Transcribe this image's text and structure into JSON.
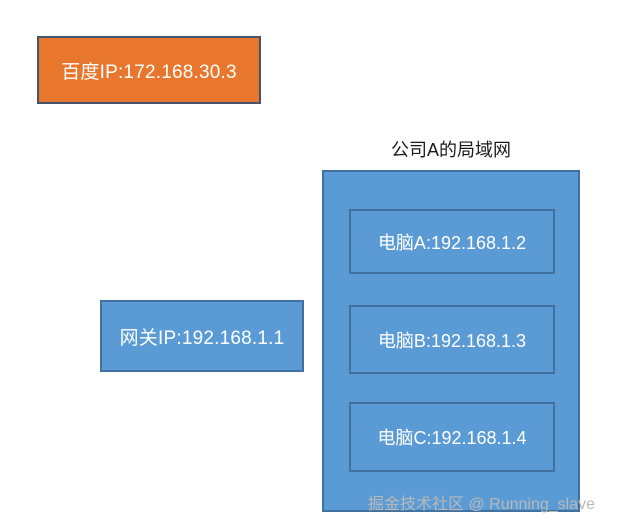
{
  "diagram": {
    "external_host": {
      "label": "百度IP:172.168.30.3",
      "fill": "#E8762C",
      "border": "#44546A",
      "text_color": "#FFFFFF"
    },
    "gateway": {
      "label": "网关IP:192.168.1.1",
      "fill": "#5B9BD5",
      "border": "#41719C",
      "text_color": "#FFFFFF"
    },
    "lan": {
      "title": "公司A的局域网",
      "title_color": "#1B1B1B",
      "fill": "#5B9BD5",
      "border": "#41719C",
      "hosts": [
        {
          "label": "电脑A:192.168.1.2"
        },
        {
          "label": "电脑B:192.168.1.3"
        },
        {
          "label": "电脑C:192.168.1.4"
        }
      ]
    },
    "watermark": {
      "text": "掘金技术社区 @ Running_slave",
      "color": "#B9B9B9"
    }
  }
}
